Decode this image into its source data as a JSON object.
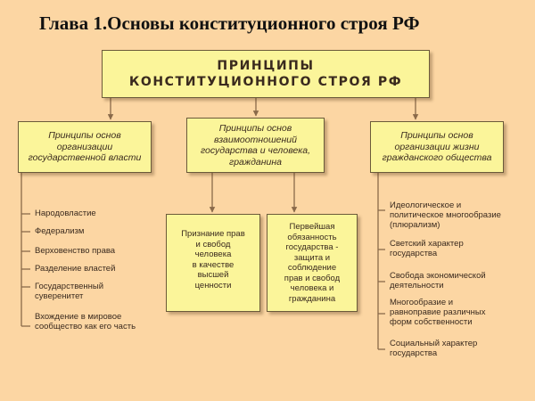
{
  "title": "Глава 1.Основы конституционного строя РФ",
  "main_box": "ПРИНЦИПЫ\nКОНСТИТУЦИОННОГО СТРОЯ РФ",
  "categories": [
    "Принципы основ\nорганизации\nгосударственной власти",
    "Принципы основ\nвзаимоотношений\nгосударства и человека,\nгражданина",
    "Принципы основ\nорганизации жизни\nгражданского общества"
  ],
  "left_items": [
    "Народовластие",
    "Федерализм",
    "Верховенство права",
    "Разделение властей",
    "Государственный\nсуверенитет",
    "Вхождение в мировое\nсообщество как его часть"
  ],
  "middle_items": [
    "Признание прав\nи свобод\nчеловека\nв качестве\nвысшей\nценности",
    "Первейшая\nобязанность\nгосударства -\nзащита и\nсоблюдение\nправ и свобод\nчеловека и\nгражданина"
  ],
  "right_items": [
    "Идеологическое и\nполитическое многообразие\n(плюрализм)",
    "Светский характер\nгосударства",
    "Свобода экономической\nдеятельности",
    "Многообразие и\nравноправие различных\nформ собственности",
    "Социальный характер\nгосударства"
  ],
  "colors": {
    "background": "#fcd6a3",
    "box_fill": "#fbf59a",
    "line": "#8a6a4a"
  }
}
